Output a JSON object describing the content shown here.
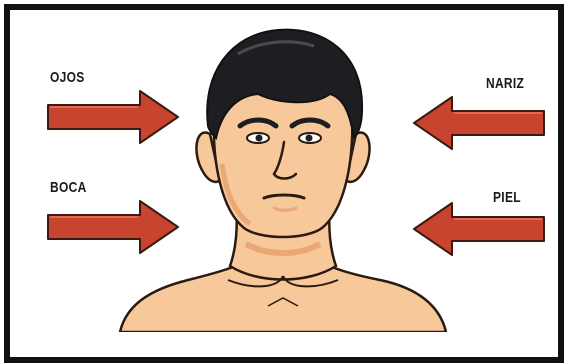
{
  "labels": {
    "eyes": "OJOS",
    "nose": "NARIZ",
    "mouth": "BOCA",
    "skin": "PIEL"
  },
  "colors": {
    "frame": "#111111",
    "arrow_fill": "#c9442f",
    "arrow_stroke": "#3a1a12",
    "skin": "#f6c89a",
    "skin_shadow": "#e9a876",
    "hair": "#1e1e22",
    "outline": "#2a1a12"
  },
  "icons": [
    "right-arrow",
    "left-arrow",
    "face-illustration"
  ]
}
